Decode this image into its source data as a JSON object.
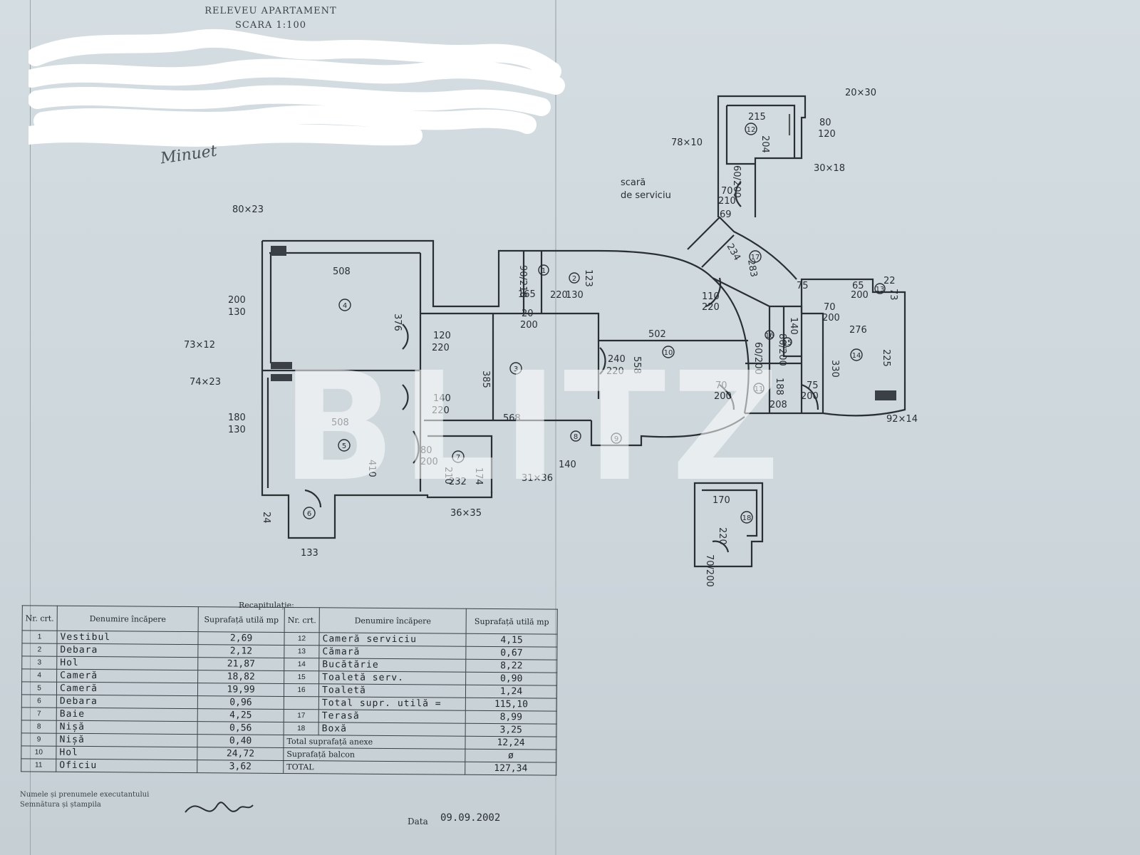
{
  "header": {
    "title": "RELEVEU APARTAMENT",
    "scale": "SCARA 1:100",
    "handwritten_name": "Minuet"
  },
  "watermark": "BLITZ",
  "plan": {
    "room_numbers": [
      "1",
      "2",
      "3",
      "4",
      "5",
      "6",
      "7",
      "8",
      "9",
      "10",
      "11",
      "12",
      "13",
      "14",
      "15",
      "16",
      "17",
      "18"
    ],
    "dimensions": [
      "508",
      "376",
      "200/130",
      "80x23",
      "73x12",
      "74x23",
      "180/130",
      "508",
      "410",
      "24",
      "133",
      "120/220",
      "385",
      "140/220",
      "568",
      "80/200",
      "210",
      "232",
      "174",
      "31x36",
      "36x35",
      "90/210",
      "165",
      "220",
      "123",
      "130",
      "20/200",
      "240/220",
      "502",
      "558",
      "140",
      "110/220",
      "234",
      "283",
      "75",
      "69",
      "70/210",
      "215",
      "204",
      "78x10",
      "60/200",
      "20x30",
      "80/120",
      "30x18",
      "65/200",
      "70/200",
      "276",
      "330",
      "225",
      "92x14",
      "140",
      "188",
      "208",
      "70/200",
      "75/200",
      "80/200",
      "60/200",
      "170",
      "220",
      "70/200",
      "73",
      "22",
      "scară de serviciu"
    ]
  },
  "recap": {
    "title": "Recapitulație:",
    "headers": {
      "nr": "Nr. crt.",
      "name": "Denumire încăpere",
      "area": "Suprafață utilă mp"
    },
    "left_rows": [
      {
        "nr": "1",
        "name": "Vestibul",
        "area": "2,69"
      },
      {
        "nr": "2",
        "name": "Debara",
        "area": "2,12"
      },
      {
        "nr": "3",
        "name": "Hol",
        "area": "21,87"
      },
      {
        "nr": "4",
        "name": "Cameră",
        "area": "18,82"
      },
      {
        "nr": "5",
        "name": "Cameră",
        "area": "19,99"
      },
      {
        "nr": "6",
        "name": "Debara",
        "area": "0,96"
      },
      {
        "nr": "7",
        "name": "Baie",
        "area": "4,25"
      },
      {
        "nr": "8",
        "name": "Nișă",
        "area": "0,56"
      },
      {
        "nr": "9",
        "name": "Nișă",
        "area": "0,40"
      },
      {
        "nr": "10",
        "name": "Hol",
        "area": "24,72"
      },
      {
        "nr": "11",
        "name": "Oficiu",
        "area": "3,62"
      }
    ],
    "right_rows": [
      {
        "nr": "12",
        "name": "Cameră serviciu",
        "area": "4,15"
      },
      {
        "nr": "13",
        "name": "Cămară",
        "area": "0,67"
      },
      {
        "nr": "14",
        "name": "Bucătărie",
        "area": "8,22"
      },
      {
        "nr": "15",
        "name": "Toaletă serv.",
        "area": "0,90"
      },
      {
        "nr": "16",
        "name": "Toaletă",
        "area": "1,24"
      },
      {
        "nr": "",
        "name": "Total supr. utilă =",
        "area": "115,10"
      },
      {
        "nr": "17",
        "name": "Terasă",
        "area": "8,99"
      },
      {
        "nr": "18",
        "name": "Boxă",
        "area": "3,25"
      }
    ],
    "totals": [
      {
        "label": "Total suprafață anexe",
        "value": "12,24"
      },
      {
        "label": "Suprafață balcon",
        "value": "ø"
      },
      {
        "label": "TOTAL",
        "value": "127,34"
      }
    ]
  },
  "footer": {
    "names_label": "Numele și prenumele executantului",
    "signature_label": "Semnătura și ștampila",
    "date_label": "Data",
    "date_value": "09.09.2002"
  }
}
